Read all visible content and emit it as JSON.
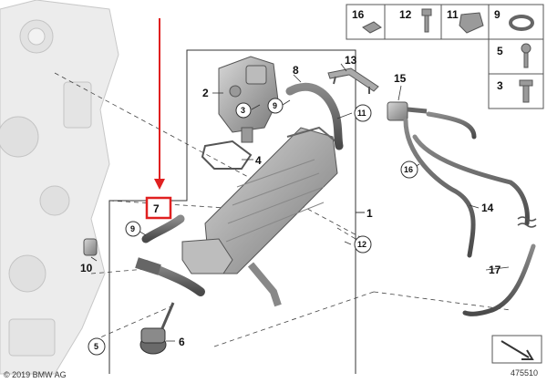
{
  "copyright": "© 2019 BMW AG",
  "diagram_number": "475510",
  "callouts": {
    "p1": "1",
    "p2": "2",
    "p3": "3",
    "p4": "4",
    "p5": "5",
    "p6": "6",
    "p7": "7",
    "p8": "8",
    "p9": "9",
    "p10": "10",
    "p11": "11",
    "p12": "12",
    "p13": "13",
    "p14": "14",
    "p15": "15",
    "p16": "16",
    "p17": "17"
  },
  "parts_legend": {
    "row1": [
      "16",
      "12",
      "11",
      "9"
    ],
    "col": [
      "5",
      "3"
    ]
  },
  "colors": {
    "highlight": "#e02020",
    "line": "#333333",
    "part_fill": "#a9a9a9",
    "engine_fill": "#e6e6e6"
  }
}
